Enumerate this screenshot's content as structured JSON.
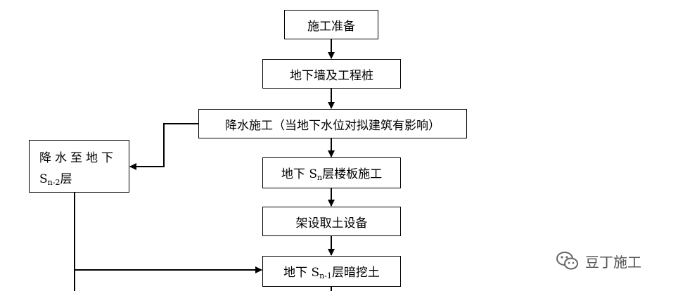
{
  "steps": {
    "s1": "施工准备",
    "s2": "地下墙及工程桩",
    "s3": "降水施工（当地下水位对拟建筑有影响）",
    "s4_pre": "地下 S",
    "s4_sub": "n",
    "s4_post": "层楼板施工",
    "s5": "架设取土设备",
    "s6_pre": "地下 S",
    "s6_sub": "n-1",
    "s6_post": "层暗挖土"
  },
  "side_box": {
    "line1": "降水至地下",
    "line2_pre": "S",
    "line2_sub": "n-2",
    "line2_post": "层"
  },
  "watermark": {
    "text": "豆丁施工",
    "icon": "wechat-icon"
  }
}
